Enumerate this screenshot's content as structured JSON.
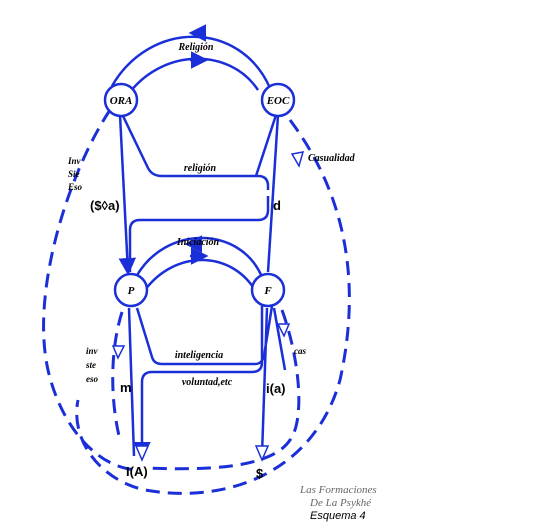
{
  "nodes": {
    "ora": "ORA",
    "eoc": "EOC",
    "p": "P",
    "f": "F"
  },
  "labels": {
    "religion_top": "Religión",
    "religion_mid": "religión",
    "iniciacion": "Iniciación",
    "inteligencia": "inteligencia",
    "voluntad": "voluntad,etc",
    "casualidad": "Casualidad",
    "inv_upper": [
      "Inv",
      "Sie",
      "Eso"
    ],
    "inv_lower": [
      "inv",
      "ste",
      "eso"
    ],
    "cas": "cas",
    "sdiam_a": "($◊a)",
    "d": "d",
    "m": "m",
    "ia": "i(a)",
    "IA": "I(A)",
    "S": "$"
  },
  "caption": {
    "line1": "Las Formaciones",
    "line2": "De La Psykhé",
    "line3": "Esquema 4"
  },
  "colors": {
    "line": "#1a2fd8",
    "text": "#000000",
    "caption": "#666666"
  }
}
